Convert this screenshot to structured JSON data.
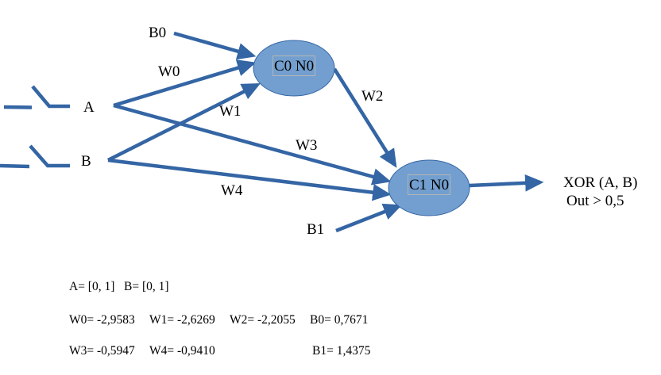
{
  "colors": {
    "line": "#3465a4",
    "node_fill": "#729fcf",
    "node_stroke": "#3465a4",
    "node_label_border": "#b5b5b5",
    "text": "#000000"
  },
  "inputs": {
    "a": {
      "label": "A",
      "icon": "switch-icon"
    },
    "b": {
      "label": "B",
      "icon": "switch-icon"
    }
  },
  "biases": {
    "b0": "B0",
    "b1": "B1"
  },
  "nodes": {
    "c0n0": "C0 N0",
    "c1n0": "C1 N0"
  },
  "weights": {
    "w0": "W0",
    "w1": "W1",
    "w2": "W2",
    "w3": "W3",
    "w4": "W4"
  },
  "output": {
    "title": "XOR (A, B)",
    "condition": "Out > 0,5"
  },
  "parameters": {
    "line1": "A= [0, 1]   B= [0, 1]",
    "w0": "W0= -2,9583",
    "w1": "W1= -2,6269",
    "w2": "W2= -2,2055",
    "b0": "B0= 0,7671",
    "w3": "W3= -0,5947",
    "w4": "W4= -0,9410",
    "b1": "B1= 1,4375"
  }
}
